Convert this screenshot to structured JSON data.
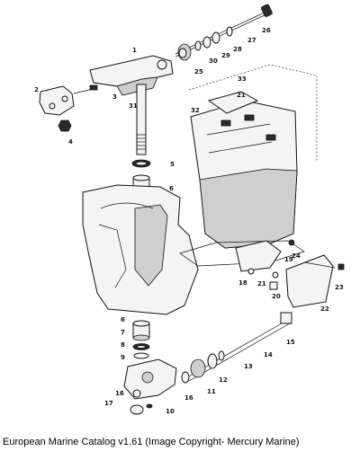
{
  "caption": "European Marine Catalog v1.61 (Image Copyright- Mercury Marine)",
  "parts": [
    {
      "id": "p1",
      "num": "1"
    },
    {
      "id": "p2",
      "num": "2"
    },
    {
      "id": "p3",
      "num": "3"
    },
    {
      "id": "p4",
      "num": "4"
    },
    {
      "id": "p5a",
      "num": "5"
    },
    {
      "id": "p6a",
      "num": "6"
    },
    {
      "id": "p6b",
      "num": "6"
    },
    {
      "id": "p7",
      "num": "7"
    },
    {
      "id": "p8",
      "num": "8"
    },
    {
      "id": "p9",
      "num": "9"
    },
    {
      "id": "p10",
      "num": "10"
    },
    {
      "id": "p11",
      "num": "11"
    },
    {
      "id": "p12",
      "num": "12"
    },
    {
      "id": "p13",
      "num": "13"
    },
    {
      "id": "p14",
      "num": "14"
    },
    {
      "id": "p15",
      "num": "15"
    },
    {
      "id": "p16a",
      "num": "16"
    },
    {
      "id": "p16b",
      "num": "16"
    },
    {
      "id": "p17",
      "num": "17"
    },
    {
      "id": "p18",
      "num": "18"
    },
    {
      "id": "p19",
      "num": "19"
    },
    {
      "id": "p20",
      "num": "20"
    },
    {
      "id": "p21a",
      "num": "21"
    },
    {
      "id": "p21b",
      "num": "21"
    },
    {
      "id": "p22",
      "num": "22"
    },
    {
      "id": "p23",
      "num": "23"
    },
    {
      "id": "p24",
      "num": "24"
    },
    {
      "id": "p25",
      "num": "25"
    },
    {
      "id": "p26",
      "num": "26"
    },
    {
      "id": "p27",
      "num": "27"
    },
    {
      "id": "p28",
      "num": "28"
    },
    {
      "id": "p29",
      "num": "29"
    },
    {
      "id": "p30",
      "num": "30"
    },
    {
      "id": "p31",
      "num": "31"
    },
    {
      "id": "p32",
      "num": "32"
    },
    {
      "id": "p33",
      "num": "33"
    }
  ]
}
